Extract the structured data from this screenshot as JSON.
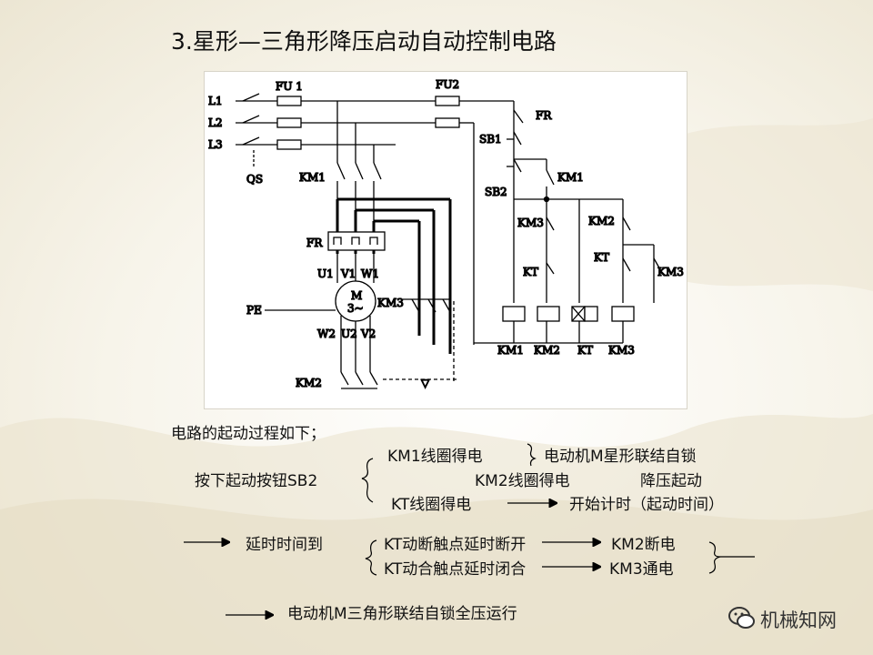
{
  "title": "3.星形—三角形降压启动自动控制电路",
  "circuit": {
    "labels": {
      "l1": "L1",
      "l2": "L2",
      "l3": "L3",
      "qs": "QS",
      "fu1": "FU 1",
      "fu2": "FU2",
      "km1_main": "KM1",
      "fr": "FR",
      "u1": "U1",
      "v1": "V1",
      "w1": "W1",
      "pe": "PE",
      "motor_m": "M",
      "motor_phase": "3~",
      "km3_main": "KM3",
      "w2": "W2",
      "u2": "U2",
      "v2": "V2",
      "km2_main": "KM2",
      "nabla": "▽",
      "fr_ctrl": "FR",
      "sb1": "SB1",
      "sb2": "SB2",
      "km1_aux": "KM1",
      "km3_nc": "KM3",
      "km2_nc": "KM2",
      "kt_ctrl": "KT",
      "kt_ctrl2": "KT",
      "km3_aux": "KM3",
      "coil_km1": "KM1",
      "coil_km2": "KM2",
      "coil_kt": "KT",
      "coil_km3": "KM3"
    }
  },
  "process": {
    "heading": "电路的起动过程如下；",
    "press": "按下起动按钮SB2",
    "km1_coil": "KM1线圈得电",
    "star_lock": "电动机M星形联结自锁",
    "km2_coil": "KM2线圈得电",
    "reduced": "降压起动",
    "kt_coil": "KT线圈得电",
    "timing": "开始计时（起动时间）",
    "delay_end": "延时时间到",
    "kt_nc": "KT动断触点延时断开",
    "km2_off": "KM2断电",
    "kt_no": "KT动合触点延时闭合",
    "km3_on": "KM3通电",
    "final": "电动机M三角形联结自锁全压运行"
  },
  "watermark": "机械知网",
  "colors": {
    "background": "#f4f0e3",
    "line": "#000000",
    "text": "#111111",
    "logo": "#333333"
  }
}
